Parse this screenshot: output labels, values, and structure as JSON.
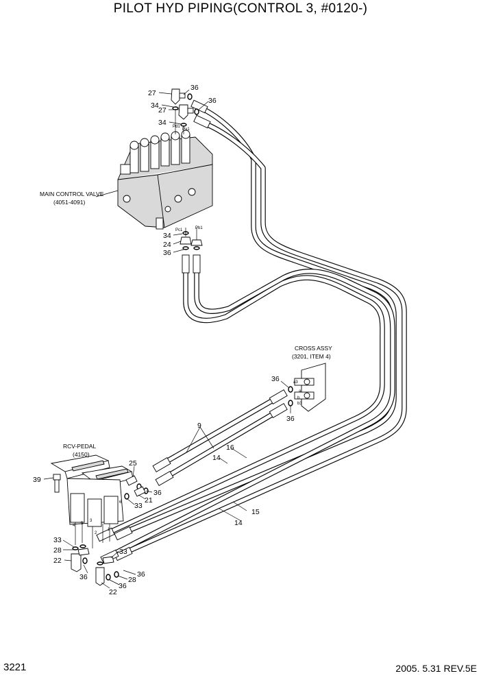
{
  "header": {
    "title": "PILOT HYD PIPING(CONTROL 3, #0120-)"
  },
  "footer": {
    "page_number": "3221",
    "date_rev": "2005. 5.31  REV.5E"
  },
  "assemblies": {
    "main_control_valve": {
      "name": "MAIN CONTROL VALVE",
      "ref": "(4051-4091)"
    },
    "cross_assy": {
      "name": "CROSS ASSY",
      "ref": "(3201, ITEM 4)"
    },
    "rcv_pedal": {
      "name": "RCV-PEDAL",
      "ref": "(4150)"
    }
  },
  "port_labels": {
    "pd1": "Pd1",
    "pa1": "Pa1",
    "pc1": "Pc1",
    "pb1": "Pb1",
    "a3": "a3",
    "b3": "b3",
    "cross_a": "a",
    "cross_b": "b",
    "n1": "1",
    "n2": "2",
    "n3": "3",
    "n4": "4",
    "n5": "5",
    "n6": "6"
  },
  "callouts": {
    "c27a": "27",
    "c36a": "36",
    "c34a": "34",
    "c27b": "27",
    "c36b": "36",
    "c34b": "34",
    "c34c": "34",
    "c24": "24",
    "c36c": "36",
    "c36d": "36",
    "c36e": "36",
    "c9": "9",
    "c16": "16",
    "c14a": "14",
    "c15": "15",
    "c14b": "14",
    "c25": "25",
    "c39": "39",
    "c36f": "36",
    "c21": "21",
    "c33a": "33",
    "c33b": "33",
    "c28a": "28",
    "c22a": "22",
    "c36g": "36",
    "c33c": "33",
    "c36h": "36",
    "c28b": "28",
    "c36i": "36",
    "c22b": "22"
  }
}
